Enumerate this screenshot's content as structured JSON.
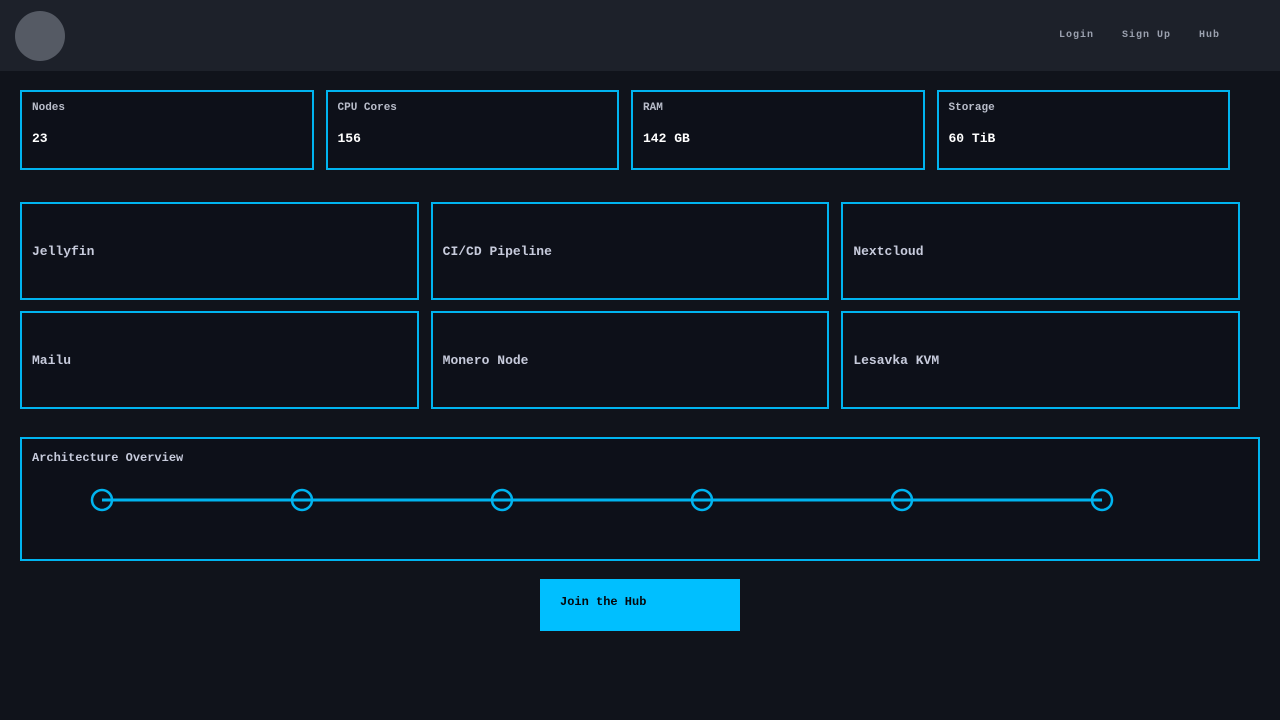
{
  "header": {
    "nav": [
      {
        "label": "Login"
      },
      {
        "label": "Sign Up"
      },
      {
        "label": "Hub"
      }
    ]
  },
  "stats": [
    {
      "label": "Nodes",
      "value": "23"
    },
    {
      "label": "CPU Cores",
      "value": "156"
    },
    {
      "label": "RAM",
      "value": "142 GB"
    },
    {
      "label": "Storage",
      "value": "60 TiB"
    }
  ],
  "services": [
    {
      "name": "Jellyfin"
    },
    {
      "name": "CI/CD Pipeline"
    },
    {
      "name": "Nextcloud"
    },
    {
      "name": "Mailu"
    },
    {
      "name": "Monero Node"
    },
    {
      "name": "Lesavka KVM"
    }
  ],
  "architecture": {
    "title": "Architecture Overview",
    "node_count": 6
  },
  "cta": {
    "label": "Join the Hub"
  },
  "colors": {
    "accent": "#00bfff",
    "card_border": "#00b4f0",
    "header_bg": "#1d212a",
    "page_bg": "#10131b"
  }
}
